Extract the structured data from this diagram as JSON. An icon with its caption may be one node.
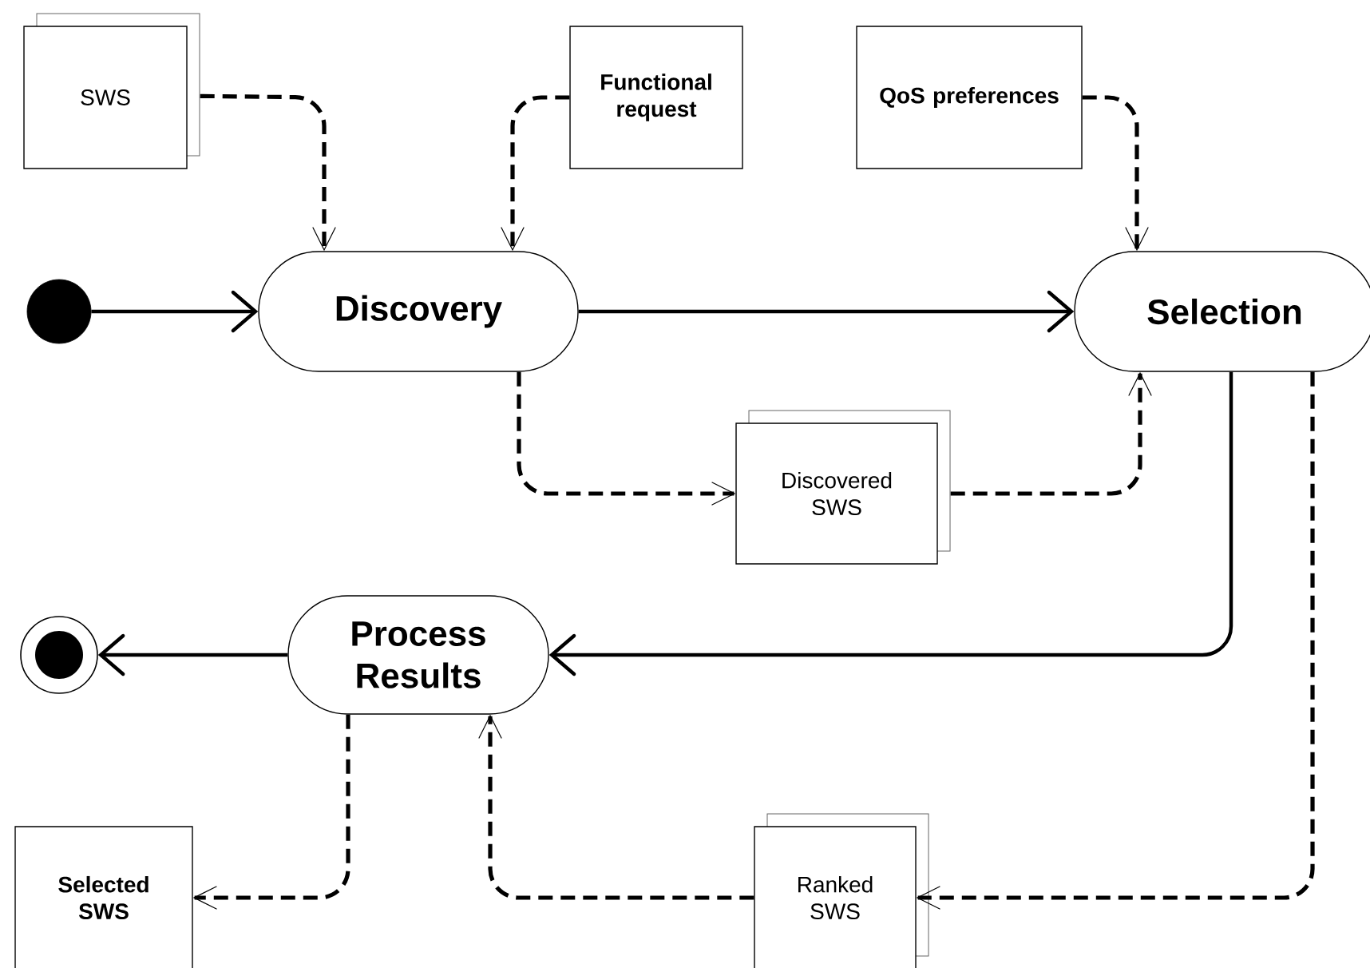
{
  "diagram": {
    "nodes": [
      {
        "text": [
          "SWS"
        ]
      },
      {
        "text": [
          "Functional request"
        ]
      },
      {
        "text": [
          "QoS preferences"
        ]
      },
      {
        "text": [],
        "shape": "circle"
      },
      {
        "text": [
          "Discovery"
        ]
      },
      {
        "text": [
          "Selection"
        ]
      },
      {
        "text": [
          "Discovered SWS"
        ]
      },
      {
        "text": [],
        "shape": "circle"
      },
      {
        "text": [
          "Process Results"
        ]
      },
      {
        "text": [
          "Selected SWS"
        ]
      },
      {
        "text": [
          "Ranked SWS"
        ]
      }
    ],
    "edges": [
      {
        "from": 3,
        "to": 4,
        "arrow": "to"
      },
      {
        "from": 0,
        "to": 4,
        "arrow": "to",
        "style": "dashed"
      },
      {
        "from": 1,
        "to": 4,
        "arrow": "to",
        "style": "dashed"
      },
      {
        "from": 2,
        "to": 5,
        "arrow": "to",
        "style": "dashed"
      },
      {
        "from": 4,
        "to": 6,
        "arrow": "to",
        "style": "dashed"
      },
      {
        "from": 6,
        "to": 5,
        "arrow": "to",
        "style": "dashed"
      },
      {
        "from": 4,
        "to": 5,
        "arrow": "to"
      },
      {
        "from": 5,
        "to": 8,
        "arrow": "to"
      },
      {
        "from": 8,
        "to": 7,
        "arrow": "to"
      },
      {
        "from": 5,
        "to": 10,
        "arrow": "to",
        "style": "dashed"
      },
      {
        "from": 10,
        "to": 8,
        "arrow": "to",
        "style": "dashed"
      },
      {
        "from": 8,
        "to": 9,
        "arrow": "to",
        "style": "dashed"
      }
    ]
  }
}
